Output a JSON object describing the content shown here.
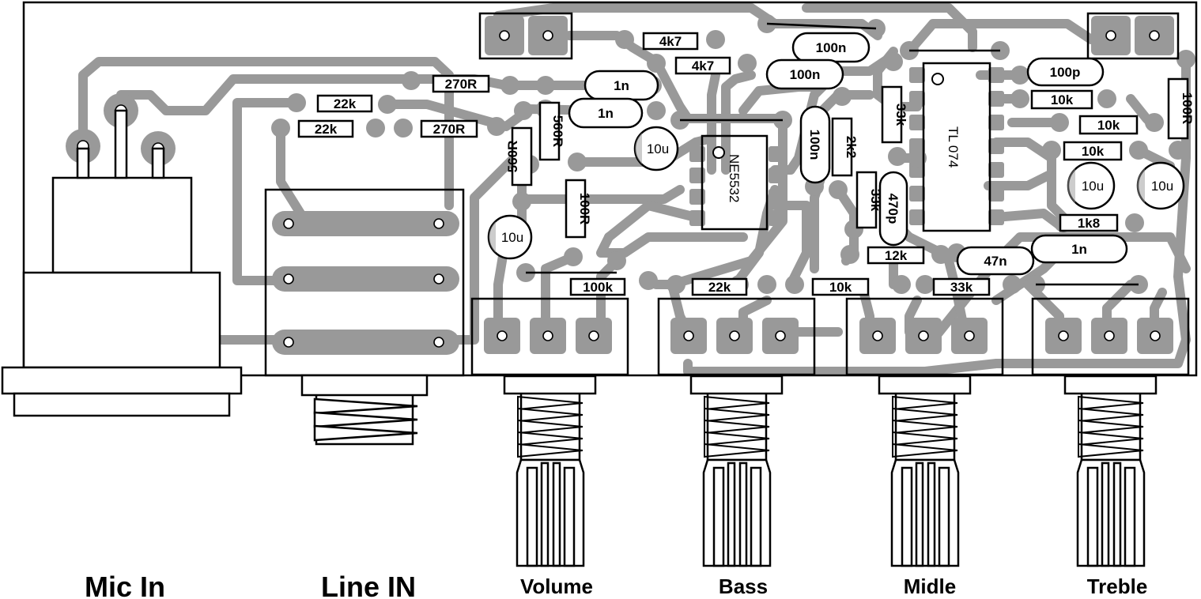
{
  "bottom_labels": {
    "mic_in": "Mic In",
    "line_in": "Line IN",
    "volume": "Volume",
    "bass": "Bass",
    "midle": "Midle",
    "treble": "Treble"
  },
  "ic": {
    "ne5532": "NE5532",
    "tl074": "TL 074"
  },
  "resistors": {
    "r_4k7_a": "4k7",
    "r_4k7_b": "4k7",
    "r_270r_a": "270R",
    "r_270r_b": "270R",
    "r_22k_a": "22k",
    "r_22k_b": "22k",
    "r_560r_a": "560R",
    "r_560r_b": "560R",
    "r_100r_a": "100R",
    "r_100r_b": "100R",
    "r_100k": "100k",
    "r_22k_c": "22k",
    "r_10k_a": "10k",
    "r_33k_a": "33k",
    "r_12k": "12k",
    "r_33k_b": "33k",
    "r_33k_c": "33k",
    "r_2k2": "2k2",
    "r_10k_b": "10k",
    "r_10k_c": "10k",
    "r_10k_d": "10k",
    "r_1k8": "1k8"
  },
  "capacitors": {
    "c_1n_a": "1n",
    "c_1n_b": "1n",
    "c_1n_c": "1n",
    "c_100n_a": "100n",
    "c_100n_b": "100n",
    "c_100n_c": "100n",
    "c_100p": "100p",
    "c_470p": "470p",
    "c_47n": "47n",
    "c_10u_a": "10u",
    "c_10u_b": "10u",
    "c_10u_c": "10u",
    "c_10u_d": "10u"
  },
  "colors": {
    "copper": "#999999",
    "ink": "#000000",
    "background": "#ffffff"
  }
}
